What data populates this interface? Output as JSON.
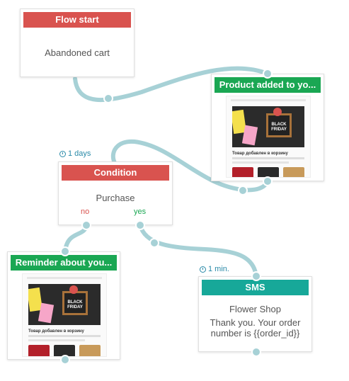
{
  "canvas": {
    "background": "#ffffff"
  },
  "colors": {
    "connector": "#a7d1d6",
    "red_header": "#d9534f",
    "green_header": "#1aa753",
    "teal_header": "#17a899",
    "delay_text": "#2a8aa8",
    "no_label": "#d9534f",
    "yes_label": "#1aa753"
  },
  "nodes": {
    "flow_start": {
      "title": "Flow start",
      "body": "Abandoned cart"
    },
    "product_added": {
      "title": "Product added to yo...",
      "email": {
        "banner_text": "BLACK FRIDAY",
        "heading": "Товар добавлен в корзину"
      }
    },
    "condition": {
      "delay": "1 days",
      "title": "Condition",
      "body": "Purchase",
      "branch_no": "no",
      "branch_yes": "yes"
    },
    "reminder": {
      "title": "Reminder about you...",
      "email": {
        "banner_text": "BLACK FRIDAY",
        "heading": "Товар добавлен в корзину"
      }
    },
    "sms": {
      "delay": "1 min.",
      "title": "SMS",
      "sender": "Flower Shop",
      "message": "Thank you. Your order number is {{order_id}}"
    }
  },
  "icons": {
    "delay": "clock-icon"
  }
}
